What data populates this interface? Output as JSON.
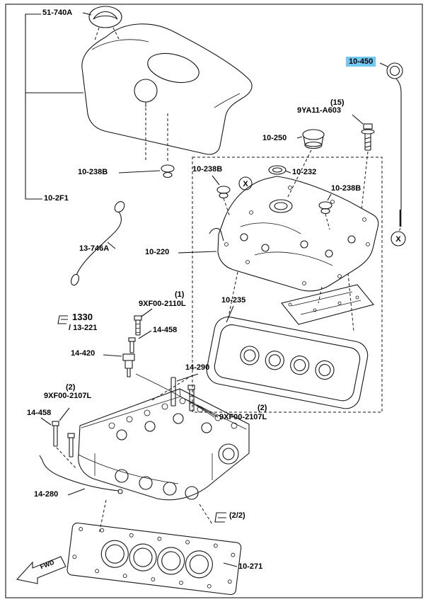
{
  "diagram": {
    "title": "engine-cylinder-head-and-cover-parts-diagram",
    "highlight_color": "#72c8f2",
    "highlighted_part": "10-450",
    "labels": {
      "l51_740A": "51-740A",
      "l10_450": "10-450",
      "l9YA11_qty": "(15)",
      "l9YA11": "9YA11-A603",
      "l10_250": "10-250",
      "l10_238B_left": "10-238B",
      "l10_238B_mid": "10-238B",
      "l10_232": "10-232",
      "l10_238B_right": "10-238B",
      "l10_2F1": "10-2F1",
      "l13_746A": "13-746A",
      "l10_220": "10-220",
      "l1330": "1330",
      "l13_221": "/ 13-221",
      "l9XF00_2110L_qty": "(1)",
      "l9XF00_2110L": "9XF00-2110L",
      "l14_458_top": "14-458",
      "l10_235": "10-235",
      "l14_420": "14-420",
      "l14_290": "14-290",
      "l9XF00_2107L_left_qty": "(2)",
      "l9XF00_2107L_left": "9XF00-2107L",
      "l14_458_left": "14-458",
      "l9XF00_2107L_right_qty": "(2)",
      "l9XF00_2107L_right": "9XF00-2107L",
      "l14_280": "14-280",
      "l2_2": "(2/2)",
      "l10_271": "10-271",
      "fwd": "FWD",
      "x_symbol": "X"
    }
  }
}
